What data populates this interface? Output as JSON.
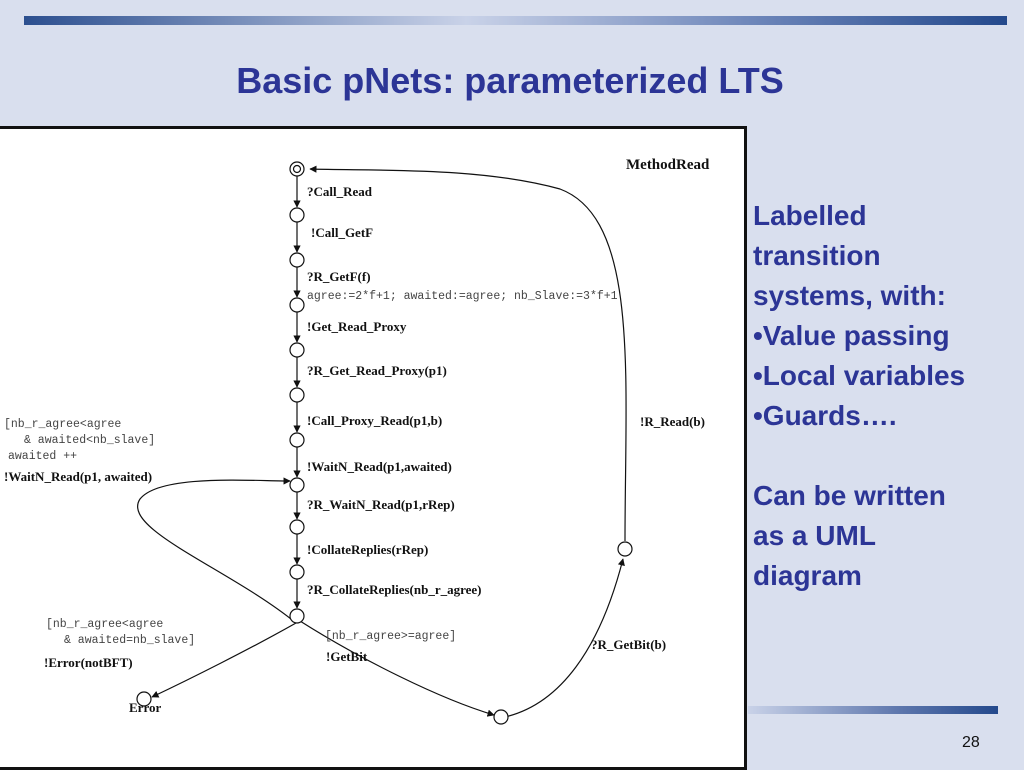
{
  "slide": {
    "title": "Basic pNets: parameterized LTS",
    "page_number": "28"
  },
  "diagram": {
    "name": "MethodRead",
    "transitions": {
      "call_read": "?Call_Read",
      "call_getf": "!Call_GetF",
      "r_getf": "?R_GetF(f)",
      "assign": "agree:=2*f+1; awaited:=agree; nb_Slave:=3*f+1",
      "get_read_proxy": "!Get_Read_Proxy",
      "r_get_read_proxy": "?R_Get_Read_Proxy(p1)",
      "call_proxy_read": "!Call_Proxy_Read(p1,b)",
      "waitn_read": "!WaitN_Read(p1,awaited)",
      "r_waitn_read": "?R_WaitN_Read(p1,rRep)",
      "collate_replies": "!CollateReplies(rRep)",
      "r_collate_replies": "?R_CollateReplies(nb_r_agree)",
      "r_read": "!R_Read(b)",
      "r_getbit": "?R_GetBit(b)",
      "getbit": "!GetBit",
      "guard_getbit": "[nb_r_agree>=agree]",
      "loop_guard_1": "[nb_r_agree<agree",
      "loop_guard_2": "& awaited<nb_slave]",
      "loop_action": "awaited ++",
      "loop_label": "!WaitN_Read(p1, awaited)",
      "error_guard_1": "[nb_r_agree<agree",
      "error_guard_2": "& awaited=nb_slave]",
      "error_action": "!Error(notBFT)",
      "error_state": "Error"
    }
  },
  "side_text": {
    "line1": "Labelled",
    "line2": "transition",
    "line3": "systems, with:",
    "bullet1": "•Value passing",
    "bullet2": "•Local variables",
    "bullet3": "•Guards….",
    "line4": "Can be written",
    "line5": "as a UML",
    "line6": "diagram"
  },
  "colors": {
    "title": "#2c3596",
    "background": "#d9dfee",
    "accent_bar": "#24498c"
  }
}
